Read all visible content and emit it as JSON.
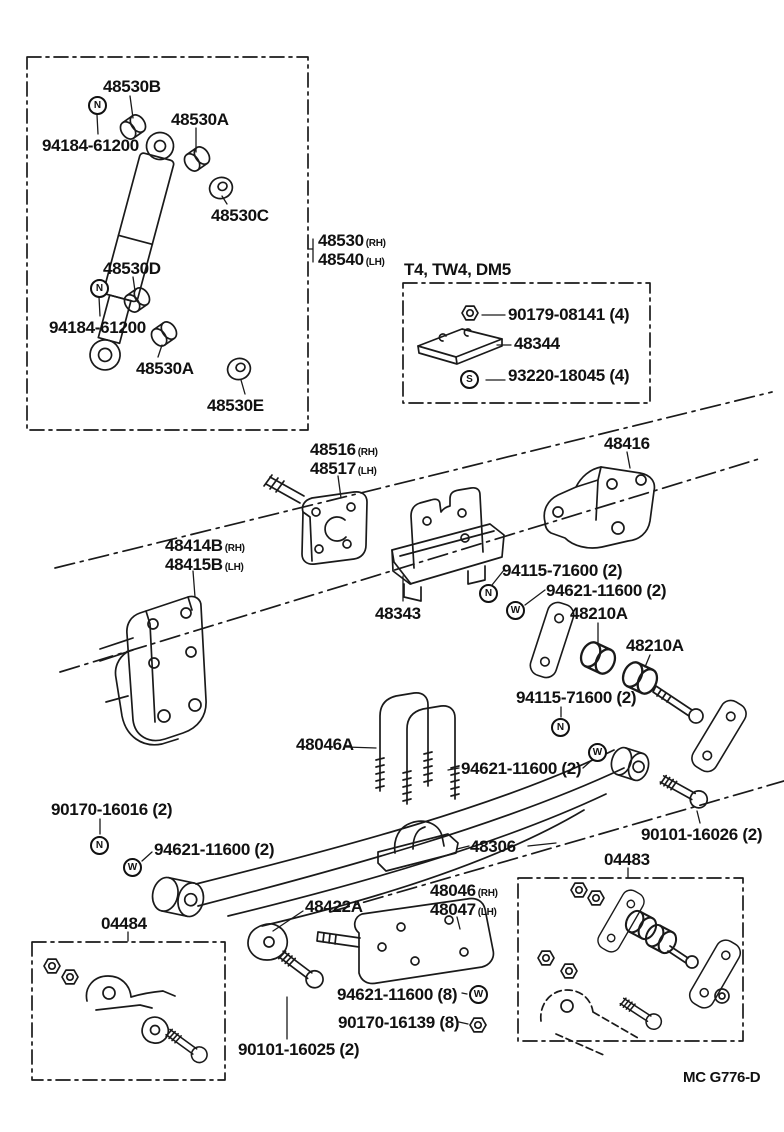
{
  "meta": {
    "drawing_code": "MC G776-D"
  },
  "markers": {
    "nut": "N",
    "washer": "W",
    "screw": "S"
  },
  "shock_kit_box": {
    "bushing_upper_b": "48530B",
    "nut_upper": "94184-61200",
    "bushing_upper_a": "48530A",
    "ring_upper_c": "48530C",
    "bushing_lower_d": "48530D",
    "nut_lower": "94184-61200",
    "bushing_lower_a": "48530A",
    "ring_lower_e": "48530E",
    "shock_rh_code": "48530",
    "shock_rh_side": "(RH)",
    "shock_lh_code": "48540",
    "shock_lh_side": "(LH)"
  },
  "variant_box": {
    "header": "T4, TW4, DM5",
    "nut": "90179-08141 (4)",
    "plate": "48344",
    "screw": "93220-18045 (4)"
  },
  "frame_parts": {
    "bracket_rh_code": "48516",
    "bracket_rh_side": "(RH)",
    "bracket_lh_code": "48517",
    "bracket_lh_side": "(LH)",
    "rear_bracket": "48416",
    "hanger_rh_code": "48414B",
    "hanger_rh_side": "(RH)",
    "hanger_lh_code": "48415B",
    "hanger_lh_side": "(LH)",
    "center_bracket": "48343",
    "nut_upper": "94115-71600 (2)",
    "washer_upper": "94621-11600 (2)",
    "bushing_1": "48210A",
    "bushing_2": "48210A",
    "nut_lower": "94115-71600 (2)"
  },
  "spring_parts": {
    "u_bolt": "48046A",
    "washer_mid": "94621-11600 (2)",
    "front_nut": "90170-16016 (2)",
    "front_washer": "94621-11600 (2)",
    "bumper": "48306",
    "shackle_kit": "04483",
    "shackle_bolt": "90101-16026 (2)",
    "pin_kit": "04484",
    "retainer": "48422A",
    "seat_rh_code": "48046",
    "seat_rh_side": "(RH)",
    "seat_lh_code": "48047",
    "seat_lh_side": "(LH)",
    "seat_washer": "94621-11600 (8)",
    "seat_nut": "90170-16139 (8)",
    "front_bolt": "90101-16025 (2)"
  }
}
